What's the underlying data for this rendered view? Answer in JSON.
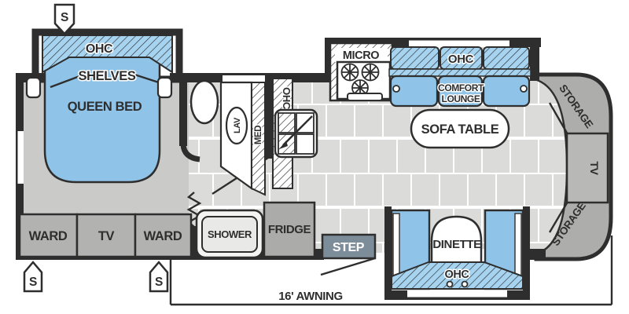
{
  "colors": {
    "wall": "#2E2E2E",
    "blue": "#8FC4E8",
    "hatch_blue": "#A6D3EF",
    "floor_tile": "#DBDBD9",
    "floor_grout": "#FFFFFF",
    "bedroom_floor": "#CACAC8",
    "cabinet_gray": "#B2B2B0",
    "fridge_gray": "#ABABA9",
    "cap_gray": "#ADADAB",
    "tv_box_gray": "#B8B8B6",
    "step_slate": "#7D8C99",
    "shower_outer": "#F4F4F2",
    "shower_inner": "#E9E9E7",
    "text": "#2E2E2E"
  },
  "bedroom": {
    "ohc": "OHC",
    "shelves": "SHELVES",
    "queen_bed": "QUEEN BED",
    "ward_left": "WARD",
    "tv": "TV",
    "ward_right": "WARD"
  },
  "bath": {
    "lav": "LAV",
    "med": "MED",
    "ohc": "OHC",
    "shower": "SHOWER"
  },
  "kitchen": {
    "micro": "MICRO",
    "fridge": "FRIDGE"
  },
  "living": {
    "ohc": "OHC",
    "comfort_line1": "COMFORT",
    "comfort_line2": "LOUNGE",
    "sofa_table": "SOFA TABLE"
  },
  "dinette": {
    "label": "DINETTE",
    "ohc": "OHC"
  },
  "rear": {
    "storage_top": "STORAGE",
    "tv": "TV",
    "storage_bottom": "STORAGE"
  },
  "entry": {
    "step": "STEP"
  },
  "exterior": {
    "awning": "16' AWNING",
    "speaker": "S"
  }
}
